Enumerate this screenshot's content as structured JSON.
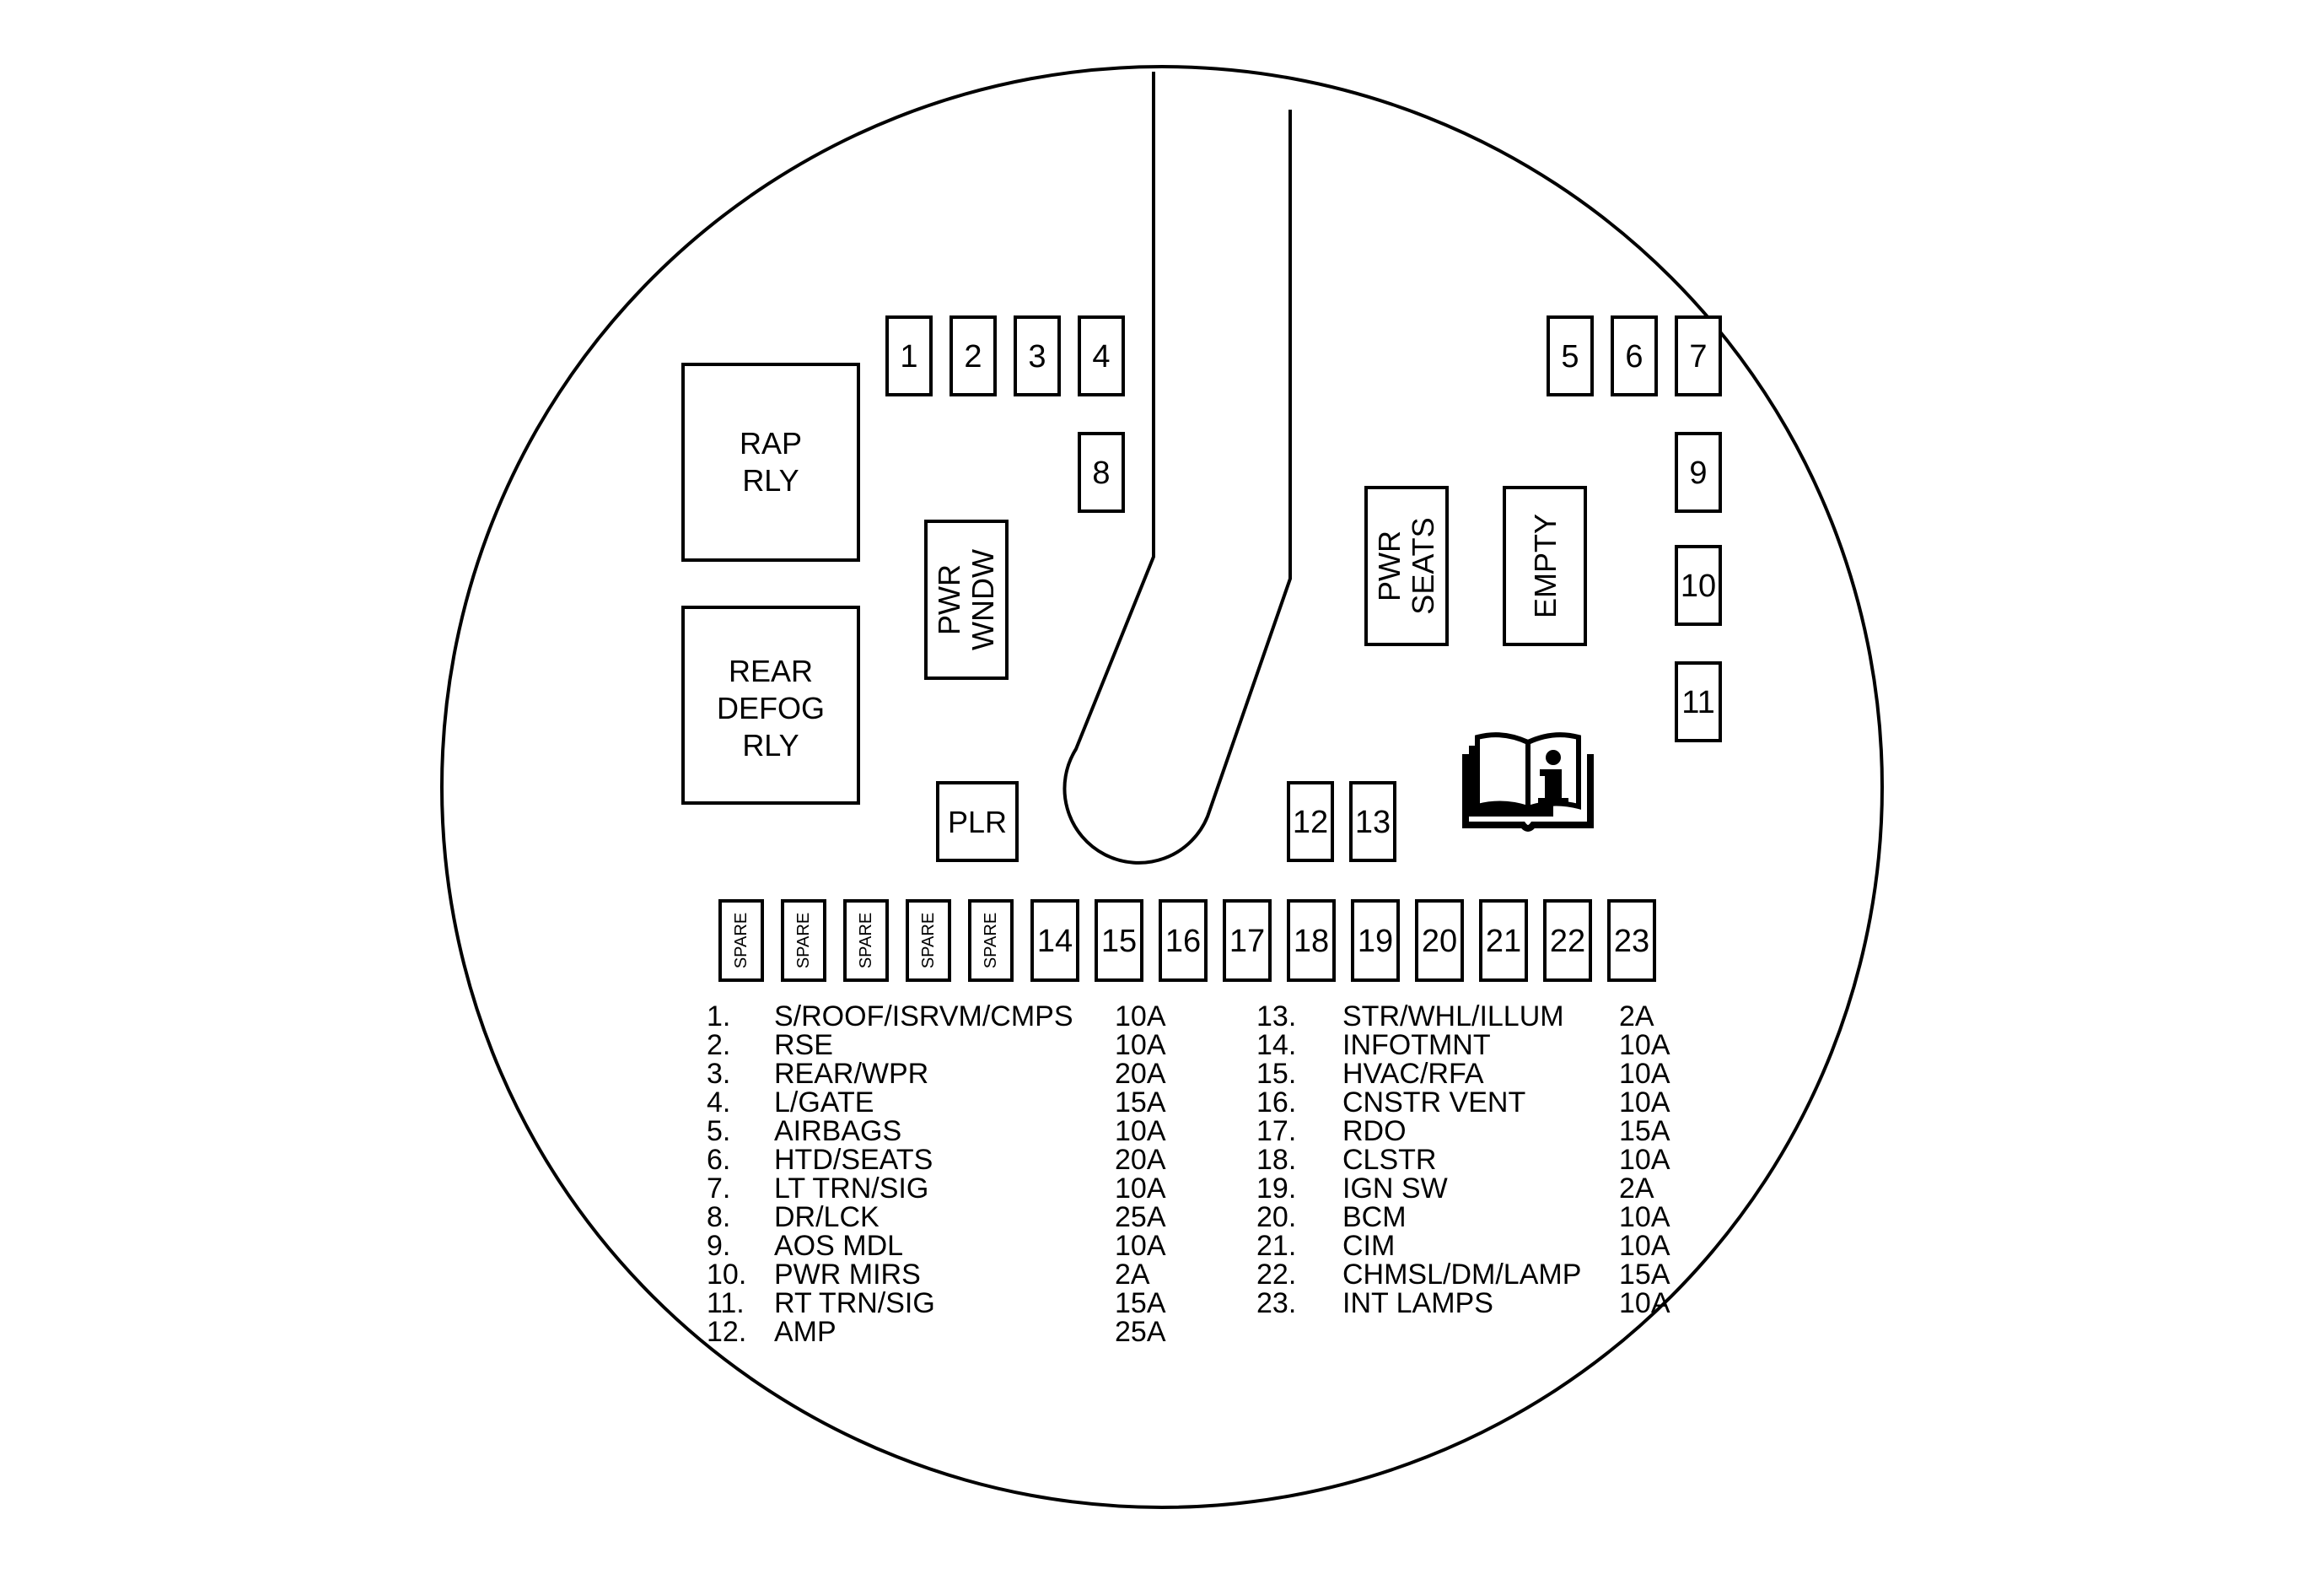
{
  "relays": {
    "rap": [
      "RAP",
      "RLY"
    ],
    "rear_defog": [
      "REAR",
      "DEFOG",
      "RLY"
    ],
    "pwr_wndw": [
      "PWR",
      "WNDW"
    ],
    "pwr_seats": [
      "PWR",
      "SEATS"
    ],
    "empty": "EMPTY",
    "plr": "PLR"
  },
  "fuse_numbers": [
    "1",
    "2",
    "3",
    "4",
    "5",
    "6",
    "7",
    "8",
    "9",
    "10",
    "11",
    "12",
    "13",
    "14",
    "15",
    "16",
    "17",
    "18",
    "19",
    "20",
    "21",
    "22",
    "23"
  ],
  "spare_label": "SPARE",
  "icons": {
    "manual": "owner-manual-info-icon"
  },
  "legend": {
    "left": [
      {
        "num": "1.",
        "name": "S/ROOF/ISRVM/CMPS",
        "amp": "10A"
      },
      {
        "num": "2.",
        "name": "RSE",
        "amp": "10A"
      },
      {
        "num": "3.",
        "name": "REAR/WPR",
        "amp": "20A"
      },
      {
        "num": "4.",
        "name": "L/GATE",
        "amp": "15A"
      },
      {
        "num": "5.",
        "name": "AIRBAGS",
        "amp": "10A"
      },
      {
        "num": "6.",
        "name": "HTD/SEATS",
        "amp": "20A"
      },
      {
        "num": "7.",
        "name": "LT TRN/SIG",
        "amp": "10A"
      },
      {
        "num": "8.",
        "name": "DR/LCK",
        "amp": "25A"
      },
      {
        "num": "9.",
        "name": "AOS MDL",
        "amp": "10A"
      },
      {
        "num": "10.",
        "name": "PWR MIRS",
        "amp": "2A"
      },
      {
        "num": "11.",
        "name": "RT TRN/SIG",
        "amp": "15A"
      },
      {
        "num": "12.",
        "name": "AMP",
        "amp": "25A"
      }
    ],
    "right": [
      {
        "num": "13.",
        "name": "STR/WHL/ILLUM",
        "amp": "2A"
      },
      {
        "num": "14.",
        "name": "INFOTMNT",
        "amp": "10A"
      },
      {
        "num": "15.",
        "name": "HVAC/RFA",
        "amp": "10A"
      },
      {
        "num": "16.",
        "name": "CNSTR VENT",
        "amp": "10A"
      },
      {
        "num": "17.",
        "name": "RDO",
        "amp": "15A"
      },
      {
        "num": "18.",
        "name": "CLSTR",
        "amp": "10A"
      },
      {
        "num": "19.",
        "name": "IGN SW",
        "amp": "2A"
      },
      {
        "num": "20.",
        "name": "BCM",
        "amp": "10A"
      },
      {
        "num": "21.",
        "name": "CIM",
        "amp": "10A"
      },
      {
        "num": "22.",
        "name": "CHMSL/DM/LAMP",
        "amp": "15A"
      },
      {
        "num": "23.",
        "name": "INT LAMPS",
        "amp": "10A"
      }
    ]
  }
}
